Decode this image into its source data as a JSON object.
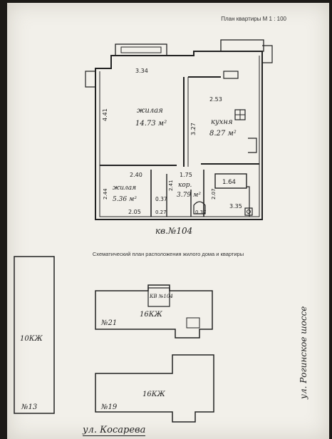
{
  "header": {
    "title": "План квартиры М 1 : 100"
  },
  "plan": {
    "apartment_label": "кв.№104",
    "rooms": [
      {
        "name": "жилая",
        "area": "14.73 м²"
      },
      {
        "name": "кухня",
        "area": "8.27 м²"
      },
      {
        "name": "жилая",
        "area": "5.36 м²"
      },
      {
        "name": "кор.",
        "area": "3.79 м²"
      }
    ],
    "small_areas": [
      "0.37",
      "0.27",
      "0.37",
      "3.35"
    ],
    "bath_label": "1.64",
    "dimensions": [
      "3.34",
      "4.41",
      "2.53",
      "3.27",
      "2.40",
      "1.75",
      "2.44",
      "2.41",
      "2.05",
      "2.07"
    ]
  },
  "site_plan": {
    "caption": "Схематический план расположения жилого дома и квартиры",
    "buildings": [
      {
        "label": "10КЖ",
        "number": "№13"
      },
      {
        "label": "16КЖ",
        "number": "№21",
        "flat": "КВ №104"
      },
      {
        "label": "16КЖ",
        "number": "№19"
      }
    ],
    "streets": [
      "ул. Рогинское шоссе",
      "ул. Косарева"
    ]
  }
}
